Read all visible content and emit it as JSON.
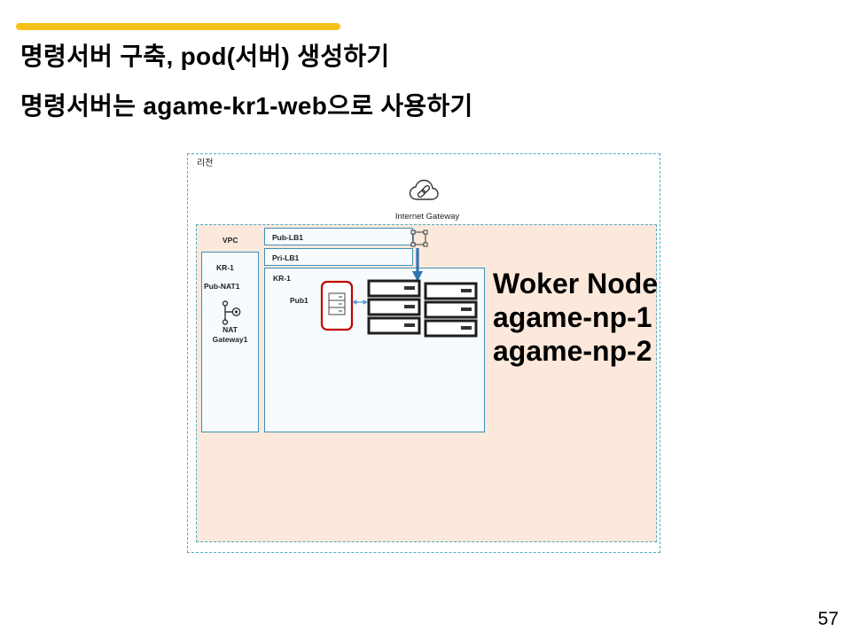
{
  "slide": {
    "title": "명령서버 구축, pod(서버) 생성하기",
    "subtitle": "명령서버는 agame-kr1-web으로 사용하기",
    "page_number": "57",
    "accent_bar_color": "#F5C21B"
  },
  "diagram": {
    "region": {
      "label": "리전"
    },
    "internet_gateway": {
      "label": "Internet Gateway",
      "icon": "cloud-link-icon"
    },
    "vpc": {
      "label": "VPC"
    },
    "nat_subnet": {
      "zone_label": "KR-1",
      "subnet_label": "Pub-NAT1",
      "gateway_label_line1": "NAT",
      "gateway_label_line2": "Gateway1",
      "icon": "nat-gateway-icon"
    },
    "load_balancers": {
      "public_label": "Pub-LB1",
      "private_label": "Pri-LB1",
      "icon": "load-balancer-icon"
    },
    "app_subnet": {
      "zone_label": "KR-1",
      "subnet_label": "Pub1",
      "command_server_icon": "server-icon",
      "worker_server_icons": [
        "server-rack-icon",
        "server-rack-icon"
      ]
    },
    "worker_nodes": {
      "heading": "Woker Node",
      "names": [
        "agame-np-1",
        "agame-np-2"
      ]
    }
  },
  "colors": {
    "dashed_border": "#4BACC6",
    "vpc_fill": "#FCE9DB",
    "subnet_border": "#3E8FB8",
    "subnet_fill": "#F7FBFE",
    "highlight_red": "#C00000",
    "arrow_blue": "#2E75B6",
    "link_arrow_blue": "#5B9BD5"
  }
}
